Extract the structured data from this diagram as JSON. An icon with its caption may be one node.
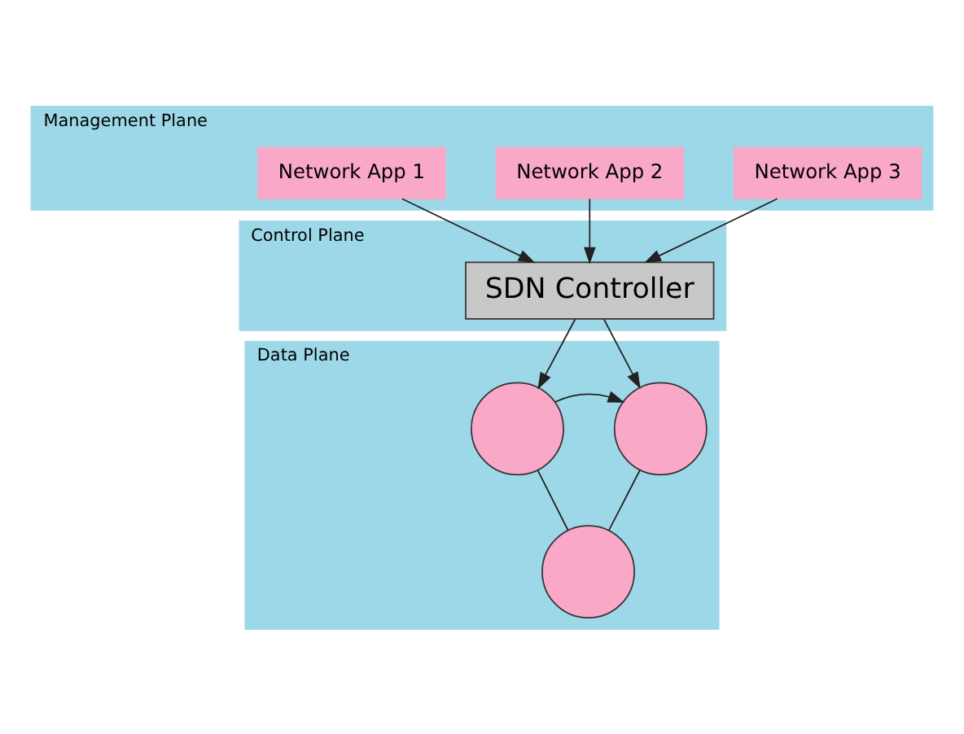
{
  "diagram": {
    "nodes": [
      {
        "text": [
          "Management Plane"
        ]
      },
      {
        "text": [
          "Network App 1"
        ],
        "in": 0
      },
      {
        "text": [
          "Network App 2"
        ],
        "in": 0
      },
      {
        "text": [
          "Network App 3"
        ],
        "in": 0
      },
      {
        "text": [
          "Control Plane"
        ]
      },
      {
        "text": [
          "SDN Controller"
        ],
        "in": 4
      },
      {
        "text": [
          "Data Plane"
        ]
      },
      {
        "text": [],
        "shape": "circle",
        "in": 6
      },
      {
        "text": [],
        "shape": "circle",
        "in": 6
      },
      {
        "text": [],
        "shape": "circle",
        "in": 6
      }
    ],
    "edges": [
      {
        "from": 1,
        "to": 5,
        "arrow": "to"
      },
      {
        "from": 2,
        "to": 5,
        "arrow": "to"
      },
      {
        "from": 3,
        "to": 5,
        "arrow": "to"
      },
      {
        "from": 5,
        "to": 7,
        "arrow": "to"
      },
      {
        "from": 5,
        "to": 8,
        "arrow": "to"
      },
      {
        "from": 7,
        "to": 8,
        "arrow": "to"
      },
      {
        "from": 7,
        "to": 9,
        "arrow": "none"
      },
      {
        "from": 8,
        "to": 9,
        "arrow": "none"
      }
    ]
  }
}
